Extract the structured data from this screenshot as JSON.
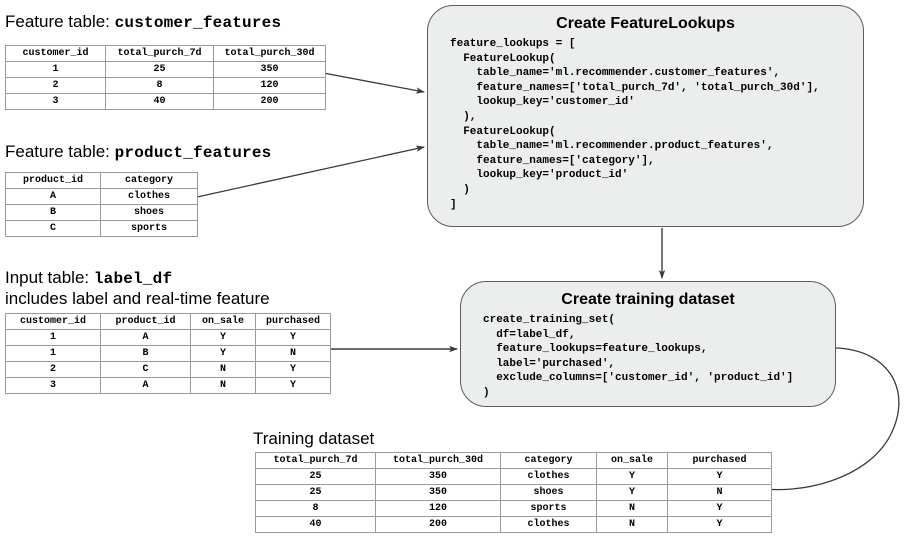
{
  "captions": {
    "customer_features": {
      "prefix": "Feature table: ",
      "name": "customer_features"
    },
    "product_features": {
      "prefix": "Feature table: ",
      "name": "product_features"
    },
    "label_df": {
      "prefix": "Input table: ",
      "name": "label_df",
      "subtitle": "includes label and real-time feature"
    },
    "training_dataset": {
      "text": "Training dataset"
    }
  },
  "tables": {
    "customer_features": {
      "headers": [
        "customer_id",
        "total_purch_7d",
        "total_purch_30d"
      ],
      "rows": [
        [
          "1",
          "25",
          "350"
        ],
        [
          "2",
          "8",
          "120"
        ],
        [
          "3",
          "40",
          "200"
        ]
      ]
    },
    "product_features": {
      "headers": [
        "product_id",
        "category"
      ],
      "rows": [
        [
          "A",
          "clothes"
        ],
        [
          "B",
          "shoes"
        ],
        [
          "C",
          "sports"
        ]
      ]
    },
    "label_df": {
      "headers": [
        "customer_id",
        "product_id",
        "on_sale",
        "purchased"
      ],
      "rows": [
        [
          "1",
          "A",
          "Y",
          "Y"
        ],
        [
          "1",
          "B",
          "Y",
          "N"
        ],
        [
          "2",
          "C",
          "N",
          "Y"
        ],
        [
          "3",
          "A",
          "N",
          "Y"
        ]
      ]
    },
    "training_dataset": {
      "headers": [
        "total_purch_7d",
        "total_purch_30d",
        "category",
        "on_sale",
        "purchased"
      ],
      "rows": [
        [
          "25",
          "350",
          "clothes",
          "Y",
          "Y"
        ],
        [
          "25",
          "350",
          "shoes",
          "Y",
          "N"
        ],
        [
          "8",
          "120",
          "sports",
          "N",
          "Y"
        ],
        [
          "40",
          "200",
          "clothes",
          "N",
          "Y"
        ]
      ]
    }
  },
  "boxes": {
    "feature_lookups": {
      "title": "Create FeatureLookups",
      "code": "feature_lookups = [\n  FeatureLookup(\n    table_name='ml.recommender.customer_features',\n    feature_names=['total_purch_7d', 'total_purch_30d'],\n    lookup_key='customer_id'\n  ),\n  FeatureLookup(\n    table_name='ml.recommender.product_features',\n    feature_names=['category'],\n    lookup_key='product_id'\n  )\n]"
    },
    "training_set": {
      "title": "Create training dataset",
      "code": "create_training_set(\n  df=label_df,\n  feature_lookups=feature_lookups,\n  label='purchased',\n  exclude_columns=['customer_id', 'product_id']\n)"
    }
  },
  "colors": {
    "box_fill": "#eceded",
    "box_border": "#5c5c5c",
    "table_border": "#9a9a9a",
    "arrow": "#3a3a3a",
    "text": "#000000"
  }
}
